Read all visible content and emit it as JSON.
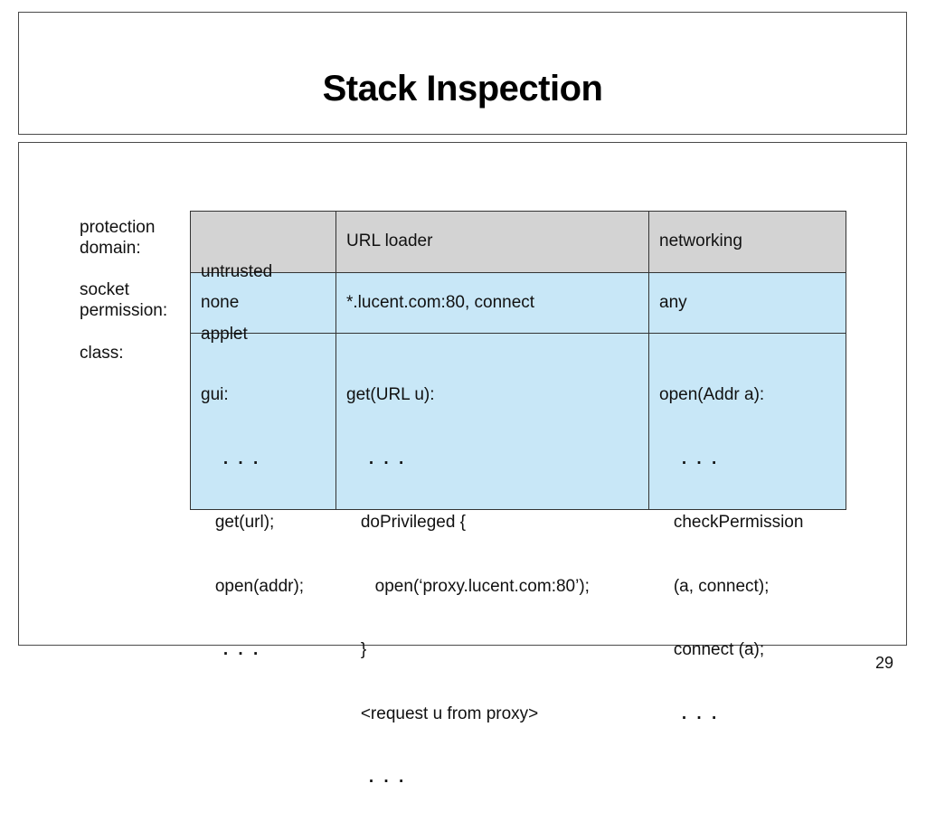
{
  "slide": {
    "title": "Stack Inspection",
    "page_number": "29"
  },
  "row_labels": {
    "protection_domain": [
      "protection",
      "domain:"
    ],
    "socket_permission": [
      "socket",
      "permission:"
    ],
    "class": "class:"
  },
  "columns": [
    {
      "domain": [
        "untrusted",
        "applet"
      ],
      "permission": "none",
      "class_code": [
        "gui:",
        "   . . .",
        "   get(url);",
        "   open(addr);",
        "   . . ."
      ]
    },
    {
      "domain": [
        "URL loader"
      ],
      "permission": "*.lucent.com:80, connect",
      "class_code": [
        "get(URL u):",
        "   . . .",
        "   doPrivileged {",
        "      open(‘proxy.lucent.com:80’);",
        "   }",
        "   <request u from proxy>",
        "   . . ."
      ]
    },
    {
      "domain": [
        "networking"
      ],
      "permission": "any",
      "class_code": [
        "open(Addr a):",
        "   . . .",
        "   checkPermission",
        "   (a, connect);",
        "   connect (a);",
        "   . . ."
      ]
    }
  ]
}
